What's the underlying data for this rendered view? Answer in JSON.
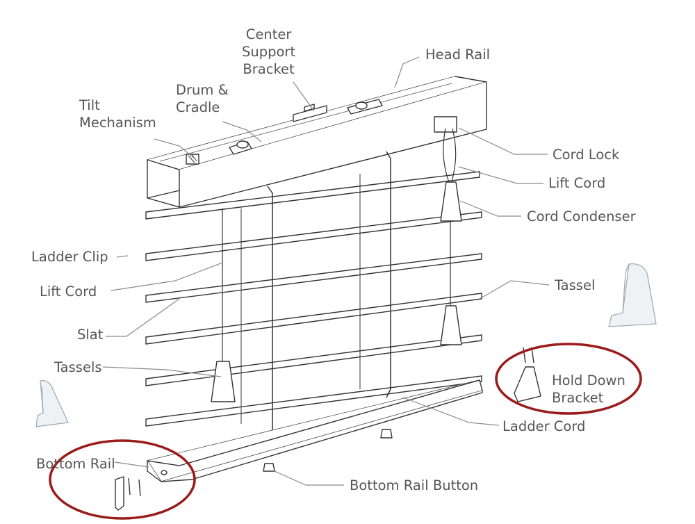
{
  "labels": {
    "center_support_bracket": [
      "Center",
      "Support",
      "Bracket"
    ],
    "head_rail": "Head Rail",
    "drum_cradle": [
      "Drum &",
      "Cradle"
    ],
    "tilt_mechanism": [
      "Tilt",
      "Mechanism"
    ],
    "cord_lock": "Cord Lock",
    "lift_cord_right": "Lift Cord",
    "cord_condenser": "Cord Condenser",
    "ladder_clip": "Ladder Clip",
    "lift_cord_left": "Lift Cord",
    "tassel": "Tassel",
    "slat": "Slat",
    "tassels": "Tassels",
    "hold_down_bracket": [
      "Hold Down",
      "Bracket"
    ],
    "ladder_cord": "Ladder Cord",
    "bottom_rail": "Bottom Rail",
    "bottom_rail_button": "Bottom Rail Button"
  },
  "colors": {
    "line": "#333333",
    "leader": "#8a8a8a",
    "highlight_ring": "#9b1b1b",
    "text": "#555555",
    "bracket_fill": "#eef2f5"
  }
}
